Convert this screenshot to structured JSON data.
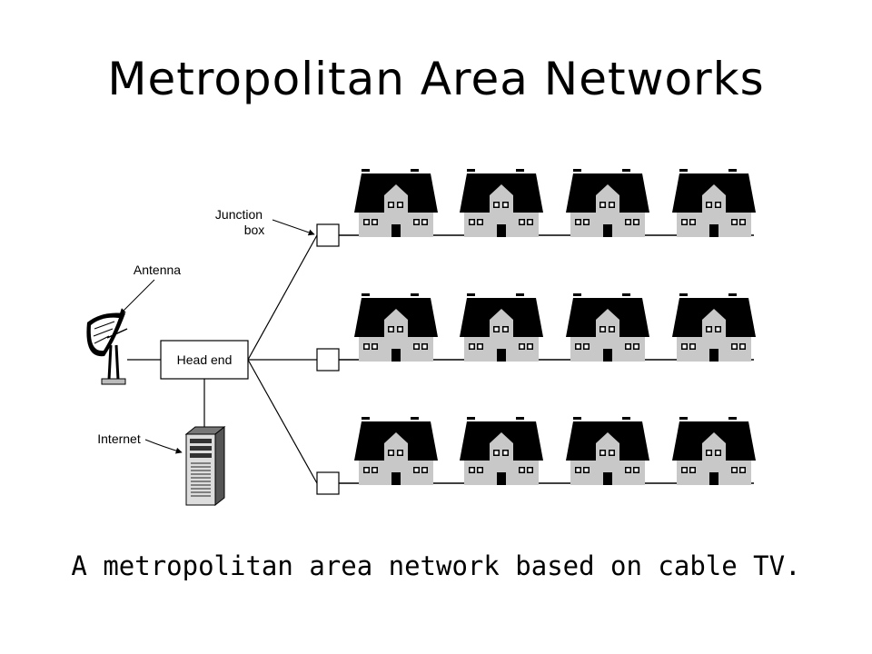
{
  "slide": {
    "title": "Metropolitan Area Networks",
    "caption": "A metropolitan area network based on cable TV."
  },
  "diagram": {
    "labels": {
      "junction_box": [
        "Junction",
        "box"
      ],
      "antenna": "Antenna",
      "head_end": "Head end",
      "internet": "Internet"
    },
    "rows": 3,
    "houses_per_row": 4,
    "colors": {
      "roof": "#000000",
      "wall": "#c8c8c8",
      "line": "#000000"
    }
  }
}
